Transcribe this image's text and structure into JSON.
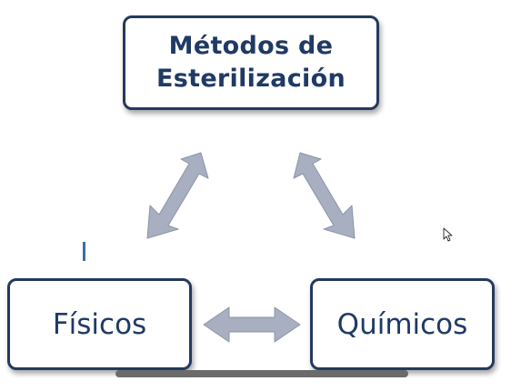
{
  "diagram": {
    "root": {
      "line1": "Métodos de",
      "line2": "Esterilización"
    },
    "left": {
      "label": "Físicos"
    },
    "right": {
      "label": "Químicos"
    }
  },
  "colors": {
    "box_border": "#233a5e",
    "text": "#1f3a64",
    "arrow_fill": "#a7afc0",
    "arrow_stroke": "#8b95a9"
  },
  "icons": {
    "pointer": "mouse-pointer-icon",
    "text_cursor": "text-cursor-icon"
  }
}
